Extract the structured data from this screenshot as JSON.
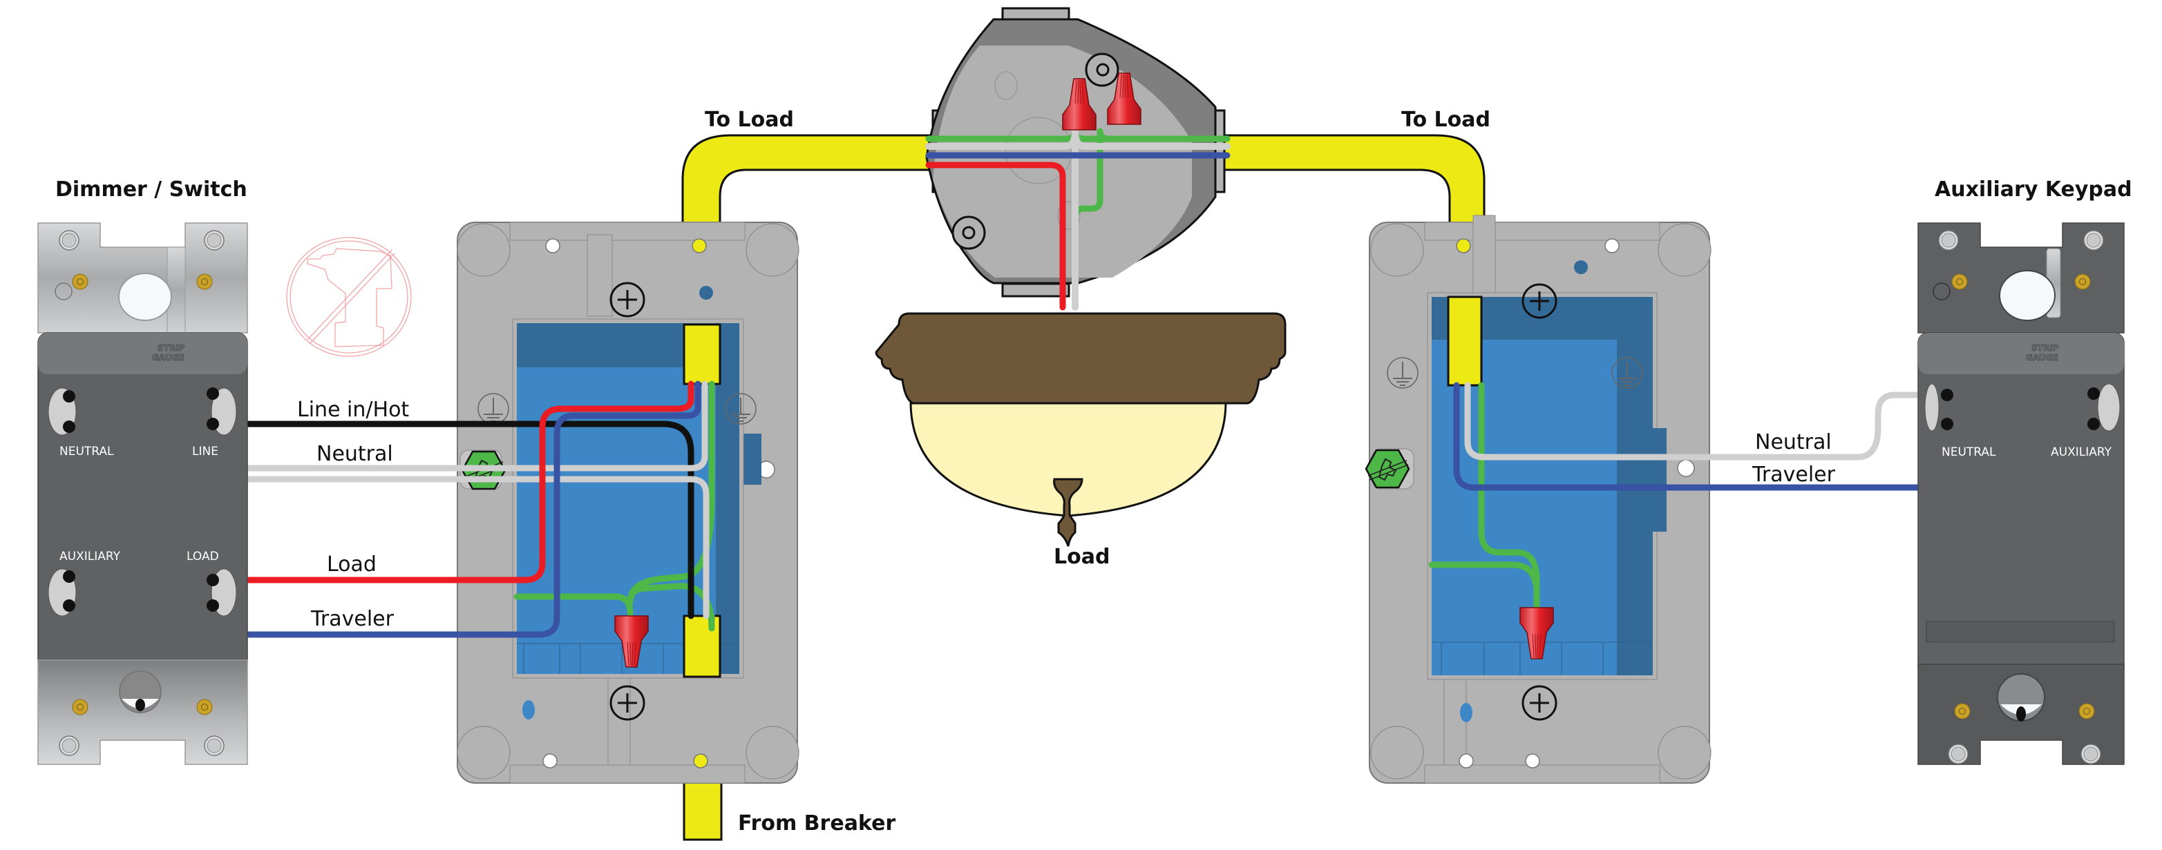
{
  "diagram": {
    "title": "3-Way Wiring: Dimmer / Switch with Auxiliary Keypad",
    "devices": {
      "dimmer": {
        "title": "Dimmer / Switch",
        "terminals": [
          "NEUTRAL",
          "LINE",
          "AUXILIARY",
          "LOAD"
        ],
        "strip_gauge": [
          "STRIP",
          "GAUGE"
        ]
      },
      "keypad": {
        "title": "Auxiliary Keypad",
        "terminals": [
          "NEUTRAL",
          "AUXILIARY"
        ],
        "strip_gauge": [
          "STRIP",
          "GAUGE"
        ]
      }
    },
    "cables": {
      "left_to_load": "To Load",
      "right_to_load": "To Load",
      "from_breaker": "From Breaker"
    },
    "fixture_label": "Load",
    "wire_labels_left": {
      "line": "Line in/Hot",
      "neutral": "Neutral",
      "load": "Load",
      "traveler": "Traveler"
    },
    "wire_labels_right": {
      "neutral": "Neutral",
      "traveler": "Traveler"
    },
    "icons": {
      "no_drill": "no-power-drill-icon",
      "ground": "ground-symbol-icon",
      "wire_nut": "wire-nut-icon",
      "ground_screw": "green-ground-screw-icon",
      "plus_screw": "phillips-screw-icon"
    },
    "colors": {
      "hot": "#111111",
      "neutral": "#cfcfcf",
      "load": "#ec1c24",
      "traveler": "#3953a4",
      "ground": "#4db848",
      "cable_jacket": "#ede914",
      "box_blue": "#3d87c6",
      "box_blue_dark": "#336a98",
      "box_frame": "#b3b3b3",
      "device_dark": "#606163",
      "fixture_base": "#6f573a",
      "fixture_globe": "#fcf4b9",
      "wire_nut": "#e21f26"
    }
  }
}
